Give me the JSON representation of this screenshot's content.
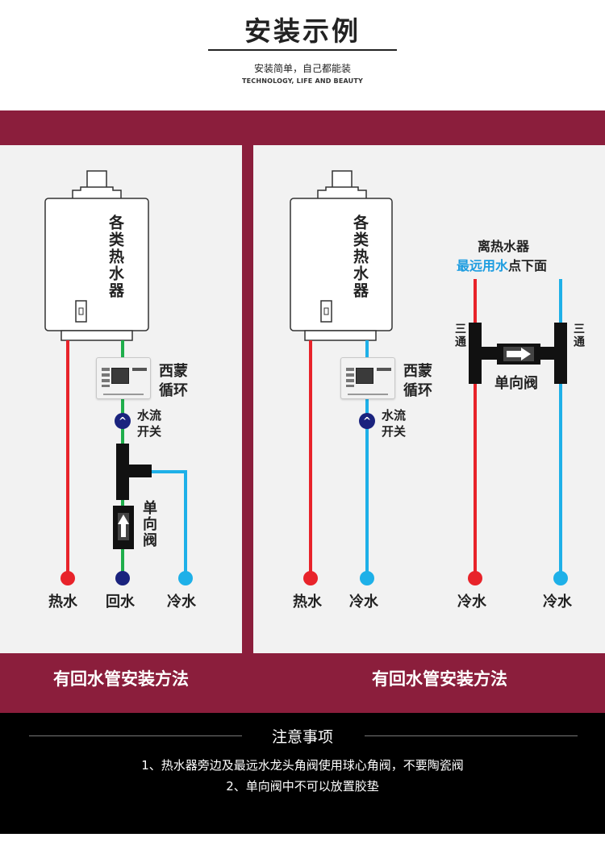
{
  "header": {
    "title": "安装示例",
    "subtitle": "安装简单，自己都能装",
    "subtitle_en": "TECHNOLOGY, LIFE AND BEAUTY"
  },
  "left_panel": {
    "heater_label": "各类热水器",
    "controller_label_1": "西蒙",
    "controller_label_2": "循环",
    "flow_switch_label_1": "水流",
    "flow_switch_label_2": "开关",
    "check_valve_label": "单向阀",
    "outlets": [
      "热水",
      "回水",
      "冷水"
    ],
    "caption": "有回水管安装方法"
  },
  "right_panel": {
    "heater_label": "各类热水器",
    "controller_label_1": "西蒙",
    "controller_label_2": "循环",
    "flow_switch_label_1": "水流",
    "flow_switch_label_2": "开关",
    "location_line_1": "离热水器",
    "location_line_2_highlight": "最远用水",
    "location_line_2_rest": "点下面",
    "tee_label": "三通",
    "check_valve_label": "单向阀",
    "outlets": [
      "热水",
      "冷水",
      "冷水",
      "冷水"
    ],
    "caption": "有回水管安装方法"
  },
  "notes": {
    "title": "注意事项",
    "items": [
      "1、热水器旁边及最远水龙头角阀使用球心角阀，不要陶瓷阀",
      "2、单向阀中不可以放置胶垫"
    ]
  },
  "colors": {
    "band": "#8b1e3c",
    "hot_pipe": "#e8232a",
    "cold_pipe": "#1eb0e8",
    "return_pipe": "#1fae4b",
    "return_dot": "#1a237e",
    "highlight_text": "#1e9de0"
  },
  "icons": {
    "flow_switch": "chevron-up-icon",
    "check_valve_left": "arrow-up-icon",
    "check_valve_right": "arrow-right-icon"
  }
}
